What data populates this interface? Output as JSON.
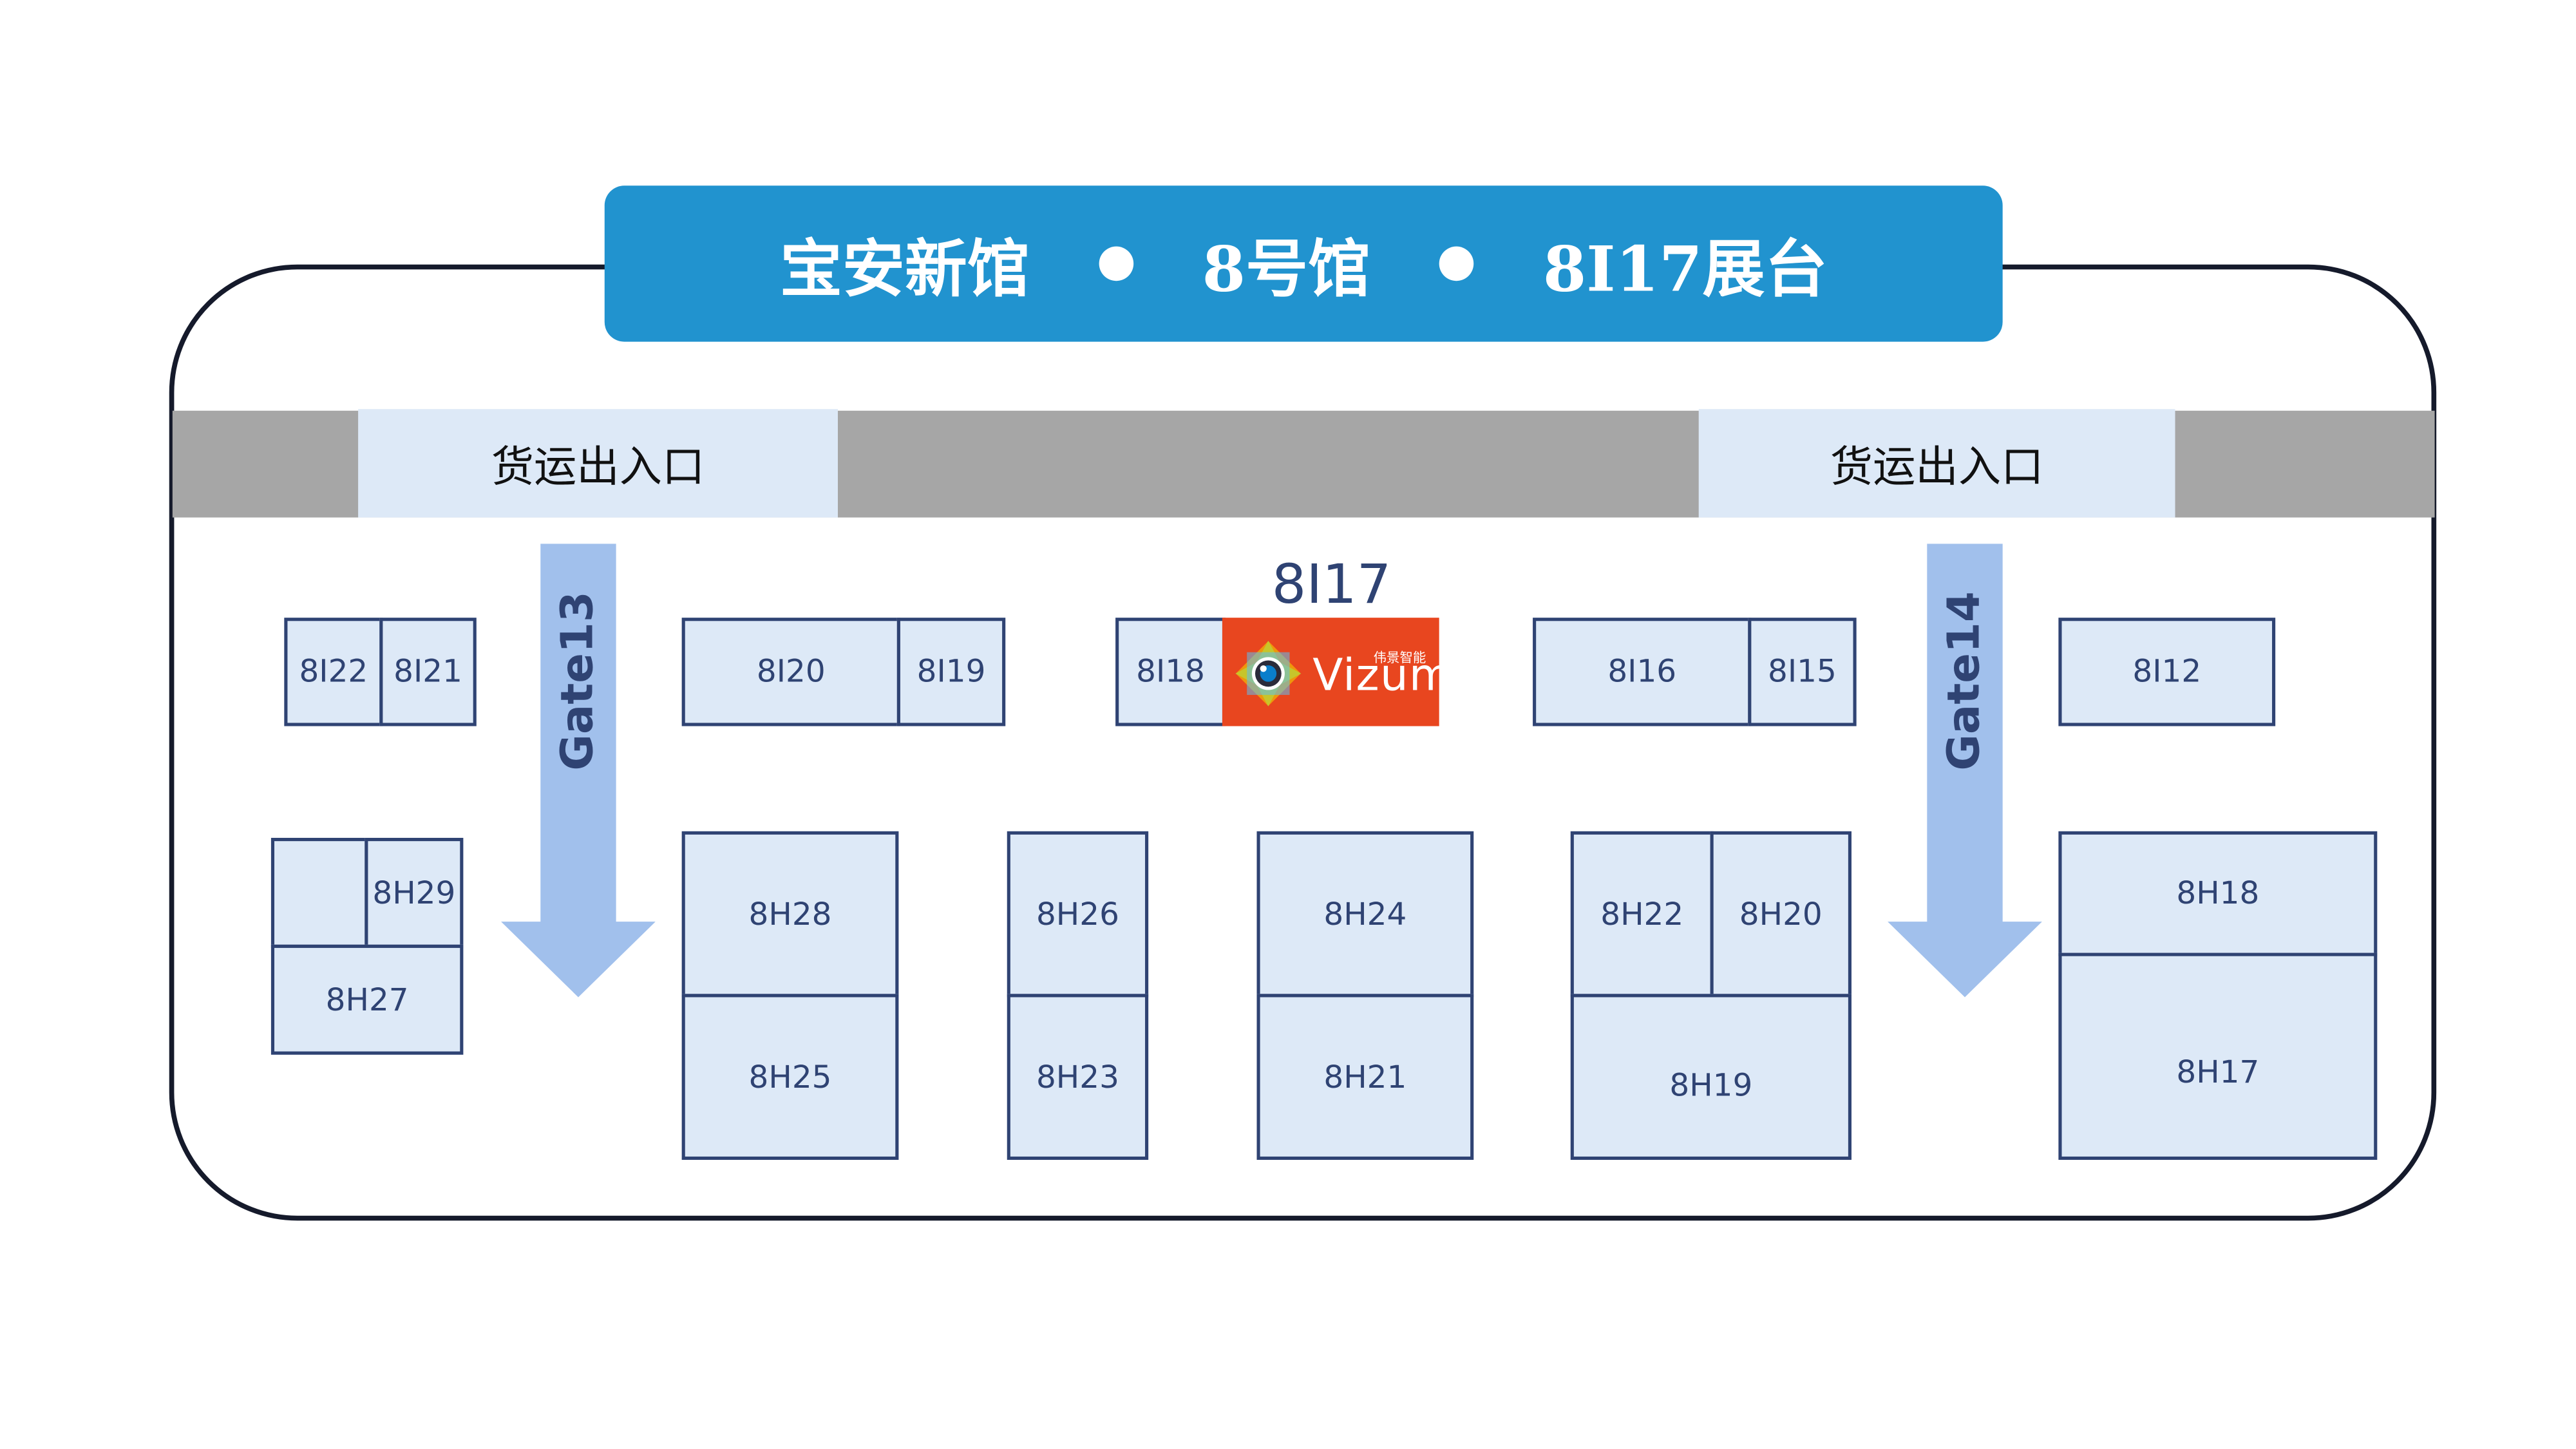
{
  "title_banner": {
    "venue": "宝安新馆",
    "hall": "8号馆",
    "booth": "8I17展台",
    "separator_icon": "bullet-dot"
  },
  "cargo_entrances": [
    {
      "label": "货运出入口"
    },
    {
      "label": "货运出入口"
    }
  ],
  "gates": [
    {
      "label": "Gate13",
      "direction": "down"
    },
    {
      "label": "Gate14",
      "direction": "down"
    }
  ],
  "highlight": {
    "booth_id": "8I17",
    "exhibitor_brand": "Vizum",
    "exhibitor_brand_cn": "伟景智能",
    "logo_icon": "camera-eye-flower-logo",
    "brand_color": "#e8461f"
  },
  "booths": {
    "row_i": [
      "8I22",
      "8I21",
      "8I20",
      "8I19",
      "8I18",
      "8I16",
      "8I15",
      "8I12"
    ],
    "row_h": [
      "",
      "8H29",
      "8H27",
      "8H28",
      "8H25",
      "8H26",
      "8H23",
      "8H24",
      "8H21",
      "8H22",
      "8H20",
      "8H19",
      "8H18",
      "8H17"
    ]
  },
  "colors": {
    "banner": "#2193cf",
    "booth_fill": "#dde9f7",
    "booth_border": "#2f4373",
    "gate_arrow": "#a1c0ec",
    "corridor": "#a6a6a6"
  }
}
